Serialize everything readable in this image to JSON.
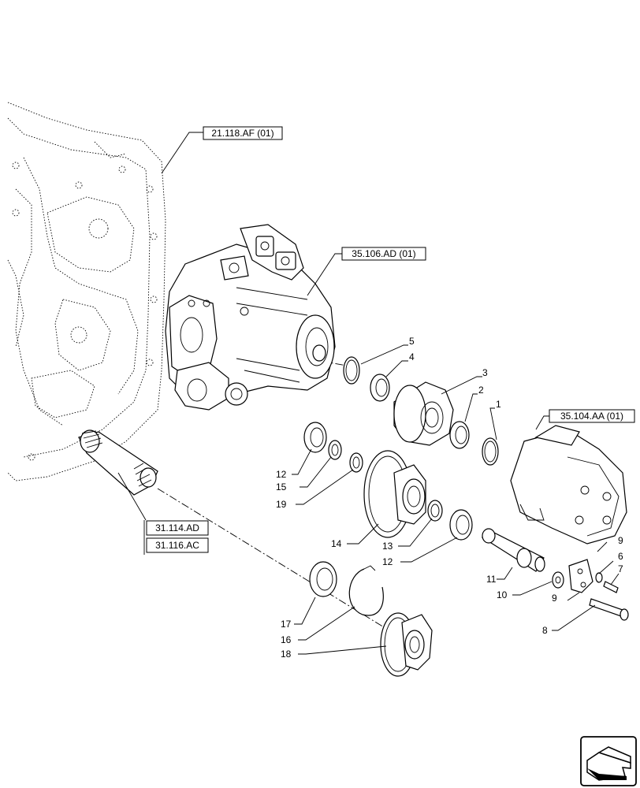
{
  "references": {
    "transmission_housing": "21.118.AF (01)",
    "hydraulic_pump": "35.106.AD (01)",
    "aux_pump": "35.104.AA (01)",
    "shaft_ref_1": "31.114.AD",
    "shaft_ref_2": "31.116.AC"
  },
  "callouts": {
    "c1": "1",
    "c2": "2",
    "c3": "3",
    "c4": "4",
    "c5": "5",
    "c6": "6",
    "c7": "7",
    "c8": "8",
    "c9a": "9",
    "c9b": "9",
    "c10": "10",
    "c11": "11",
    "c12a": "12",
    "c12b": "12",
    "c13": "13",
    "c14": "14",
    "c15": "15",
    "c16": "16",
    "c17": "17",
    "c18": "18",
    "c19": "19"
  },
  "icons": {
    "nav": "next-page-arrow-icon"
  }
}
